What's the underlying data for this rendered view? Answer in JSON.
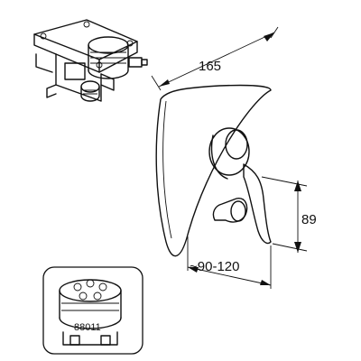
{
  "dimensions": {
    "width_label": "165",
    "height_label": "89",
    "depth_label": "~90-120"
  },
  "inset": {
    "part_number": "88011"
  }
}
